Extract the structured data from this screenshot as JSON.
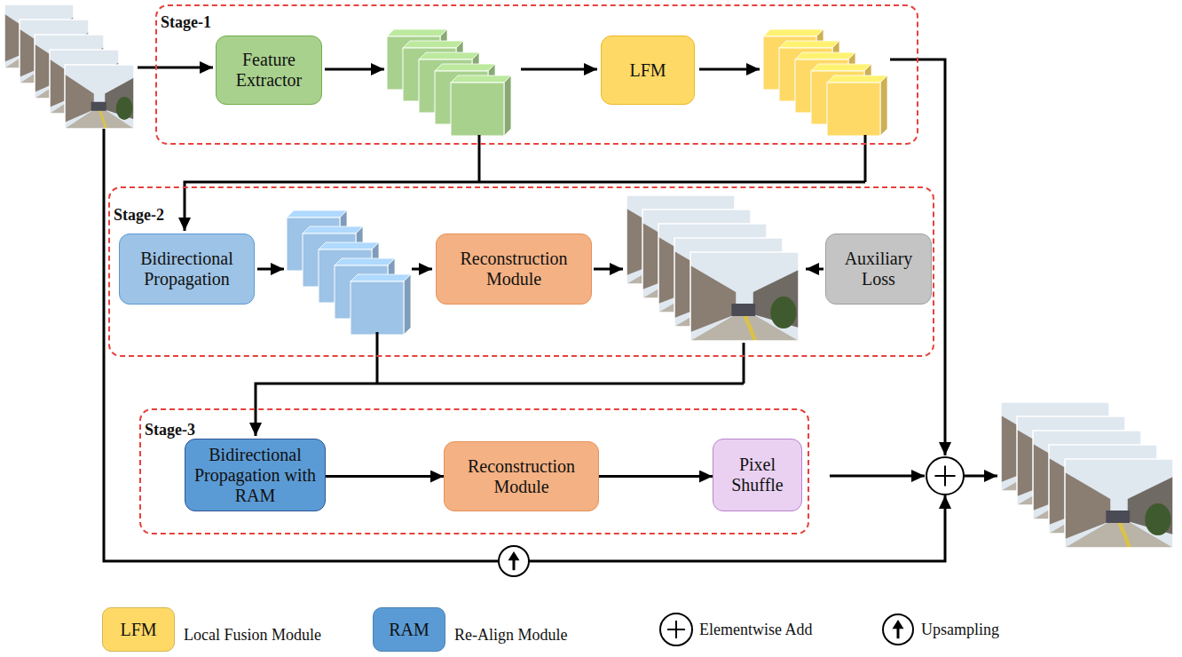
{
  "diagram": {
    "nodes": [
      {
        "text": [
          "Stage-1"
        ]
      },
      {
        "text": [
          "Feature Extractor"
        ],
        "in": 0
      },
      {
        "text": [
          "LFM"
        ],
        "in": 0
      },
      {
        "text": [
          "Stage-2"
        ]
      },
      {
        "text": [
          "Bidirectional Propagation"
        ],
        "in": 3
      },
      {
        "text": [
          "Reconstruction Module"
        ],
        "in": 3
      },
      {
        "text": [
          "Auxiliary Loss"
        ],
        "in": 3
      },
      {
        "text": [
          "Stage-3"
        ]
      },
      {
        "text": [
          "Bidirectional Propagation with RAM"
        ],
        "in": 7
      },
      {
        "text": [
          "Reconstruction Module"
        ],
        "in": 7
      },
      {
        "text": [
          "Pixel Shuffle"
        ],
        "in": 7
      }
    ],
    "edges": [
      {
        "from": 8,
        "to": 9,
        "arrow": "to"
      },
      {
        "from": 9,
        "to": 10,
        "arrow": "to"
      }
    ],
    "labels": [
      "LFM",
      "RAM"
    ],
    "legend": [
      {
        "text": "Local Fusion Module",
        "color": "#ffd966"
      },
      {
        "text": "Re-Align Module",
        "color": "#5b9bd5"
      },
      {
        "text": "Elementwise Add"
      },
      {
        "text": "Upsampling"
      }
    ]
  }
}
